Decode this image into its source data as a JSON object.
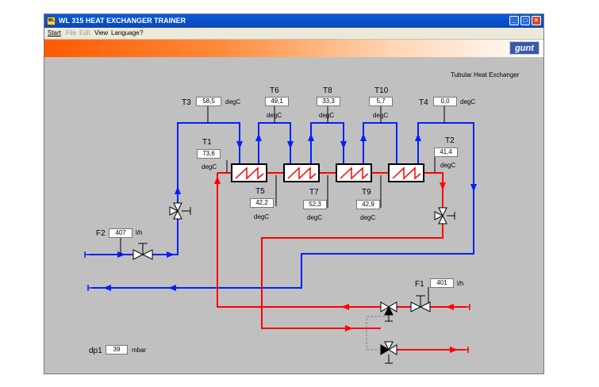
{
  "window": {
    "title": "WL 315 HEAT EXCHANGER TRAINER",
    "app_icon": "gunt-app-icon"
  },
  "menu": {
    "items": [
      "Start",
      "File",
      "Edit",
      "View",
      "Language",
      "?"
    ]
  },
  "logo": {
    "text": "gunt"
  },
  "heading": "Tubular Heat Exchanger",
  "unit_temp": "degC",
  "sensors": {
    "T1": {
      "label": "T1",
      "value": "73,6"
    },
    "T2": {
      "label": "T2",
      "value": "41,4"
    },
    "T3": {
      "label": "T3",
      "value": "58,5"
    },
    "T4": {
      "label": "T4",
      "value": "0,0"
    },
    "T5": {
      "label": "T5",
      "value": "42,2"
    },
    "T6": {
      "label": "T6",
      "value": "49,1"
    },
    "T7": {
      "label": "T7",
      "value": "52,3"
    },
    "T8": {
      "label": "T8",
      "value": "33,3"
    },
    "T9": {
      "label": "T9",
      "value": "42,9"
    },
    "T10": {
      "label": "T10",
      "value": "5,7"
    }
  },
  "flows": {
    "F1": {
      "label": "F1",
      "value": "401",
      "unit": "l/h"
    },
    "F2": {
      "label": "F2",
      "value": "407",
      "unit": "l/h"
    }
  },
  "pressure": {
    "label": "dp1",
    "value": "39",
    "unit": "mbar"
  },
  "colors": {
    "cold": "#0020ff",
    "hot": "#ff0000",
    "window_bg": "#c0c0c0",
    "title": "#0a5bd8",
    "banner": "#ff5a00"
  }
}
